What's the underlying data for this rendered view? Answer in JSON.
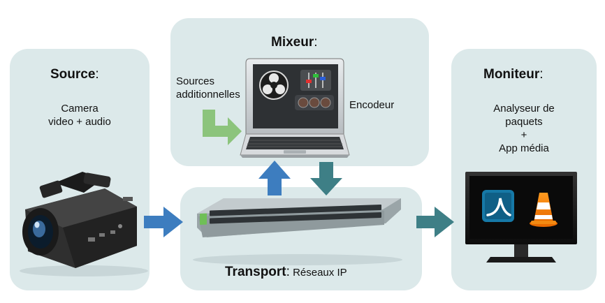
{
  "source": {
    "title": "Source",
    "colon": ":",
    "line1": "Camera",
    "line2": "video + audio"
  },
  "mixeur": {
    "title": "Mixeur",
    "colon": ":",
    "sources_line1": "Sources",
    "sources_line2": "additionnelles",
    "encodeur": "Encodeur"
  },
  "moniteur": {
    "title": "Moniteur",
    "colon": ":",
    "line1": "Analyseur de",
    "line2": "paquets",
    "line3": "+",
    "line4": "App média"
  },
  "transport": {
    "title": "Transport",
    "colon": ":",
    "subtitle": " Réseaux IP"
  },
  "colors": {
    "panel": "#dce9ea",
    "arrow_blue": "#3d7dbf",
    "arrow_teal": "#3e7f86",
    "arrow_green": "#8cc47c"
  },
  "icons": [
    "video-camera-icon",
    "laptop-icon",
    "network-switch-icon",
    "monitor-icon",
    "wireshark-icon",
    "vlc-cone-icon"
  ]
}
